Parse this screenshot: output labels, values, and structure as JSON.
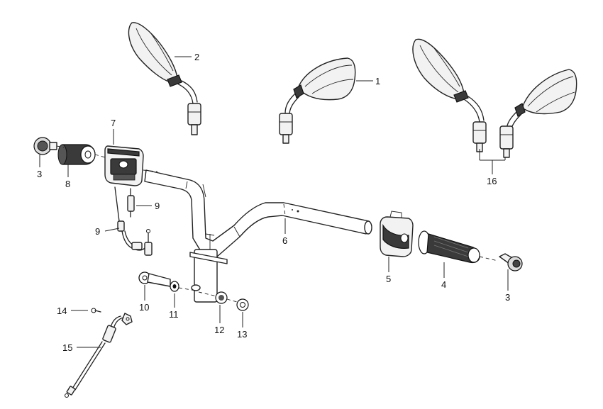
{
  "callouts": [
    {
      "id": "c1",
      "label": "1"
    },
    {
      "id": "c2",
      "label": "2"
    },
    {
      "id": "c3a",
      "label": "3"
    },
    {
      "id": "c3b",
      "label": "3"
    },
    {
      "id": "c4",
      "label": "4"
    },
    {
      "id": "c5",
      "label": "5"
    },
    {
      "id": "c6",
      "label": "6"
    },
    {
      "id": "c7",
      "label": "7"
    },
    {
      "id": "c8",
      "label": "8"
    },
    {
      "id": "c9a",
      "label": "9"
    },
    {
      "id": "c9b",
      "label": "9"
    },
    {
      "id": "c10",
      "label": "10"
    },
    {
      "id": "c11",
      "label": "11"
    },
    {
      "id": "c12",
      "label": "12"
    },
    {
      "id": "c13",
      "label": "13"
    },
    {
      "id": "c14",
      "label": "14"
    },
    {
      "id": "c15",
      "label": "15"
    },
    {
      "id": "c16",
      "label": "16"
    }
  ]
}
